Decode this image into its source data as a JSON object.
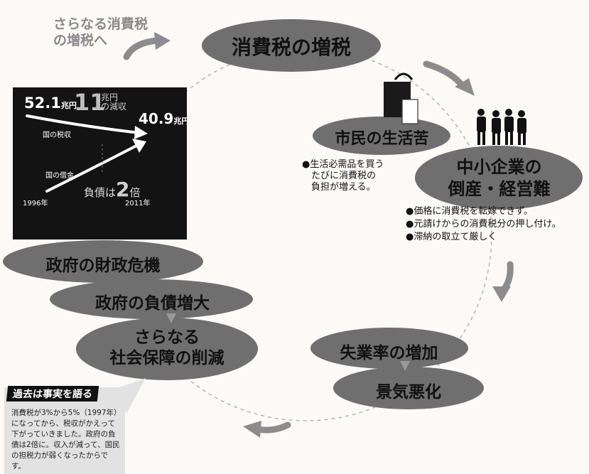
{
  "top_label": {
    "line1": "さらなる消費税",
    "line2": "の増税へ"
  },
  "nodes": {
    "tax_increase": "消費税の増税",
    "citizen_hardship": "市民の生活苦",
    "sme_line1": "中小企業の",
    "sme_line2": "倒産・経営難",
    "unemployment": "失業率の増加",
    "recession": "景気悪化",
    "fiscal_crisis": "政府の財政危機",
    "debt_increase": "政府の負債増大",
    "welfare_line1": "さらなる",
    "welfare_line2": "社会保障の削減"
  },
  "citizen_note": [
    "●生活必需品を買う",
    "　たびに消費税の",
    "　負担が増える。"
  ],
  "sme_notes": [
    "●価格に消費税を転嫁できず。",
    "●元請けからの消費税分の押し付け。",
    "●滞納の取立て厳しく"
  ],
  "black_box": {
    "revenue_1996_num": "52.1",
    "unit_chouen": "兆円",
    "decrease_num": "11",
    "decrease_unit": "兆円",
    "decrease_label": "の減収",
    "revenue_2011_num": "40.9",
    "tax_revenue_label": "国の税収",
    "debt_label": "国の借金",
    "debt_text": "負債は",
    "debt_multiplier": "2",
    "debt_unit": "倍",
    "year_start": "1996年",
    "year_end": "2011年"
  },
  "past_box": {
    "title": "過去は事実を語る",
    "body": "消費税が3%から5%（1997年）になってから、税収がかえって下がっていきました。政府の負債は2倍に。収入が減って、国民の担税力が弱くなったからです。"
  },
  "colors": {
    "ellipse": "#6f6f6f",
    "arrow": "#8c8c8c",
    "box": "#131313",
    "dashed_circle": "#b0b0b0"
  }
}
